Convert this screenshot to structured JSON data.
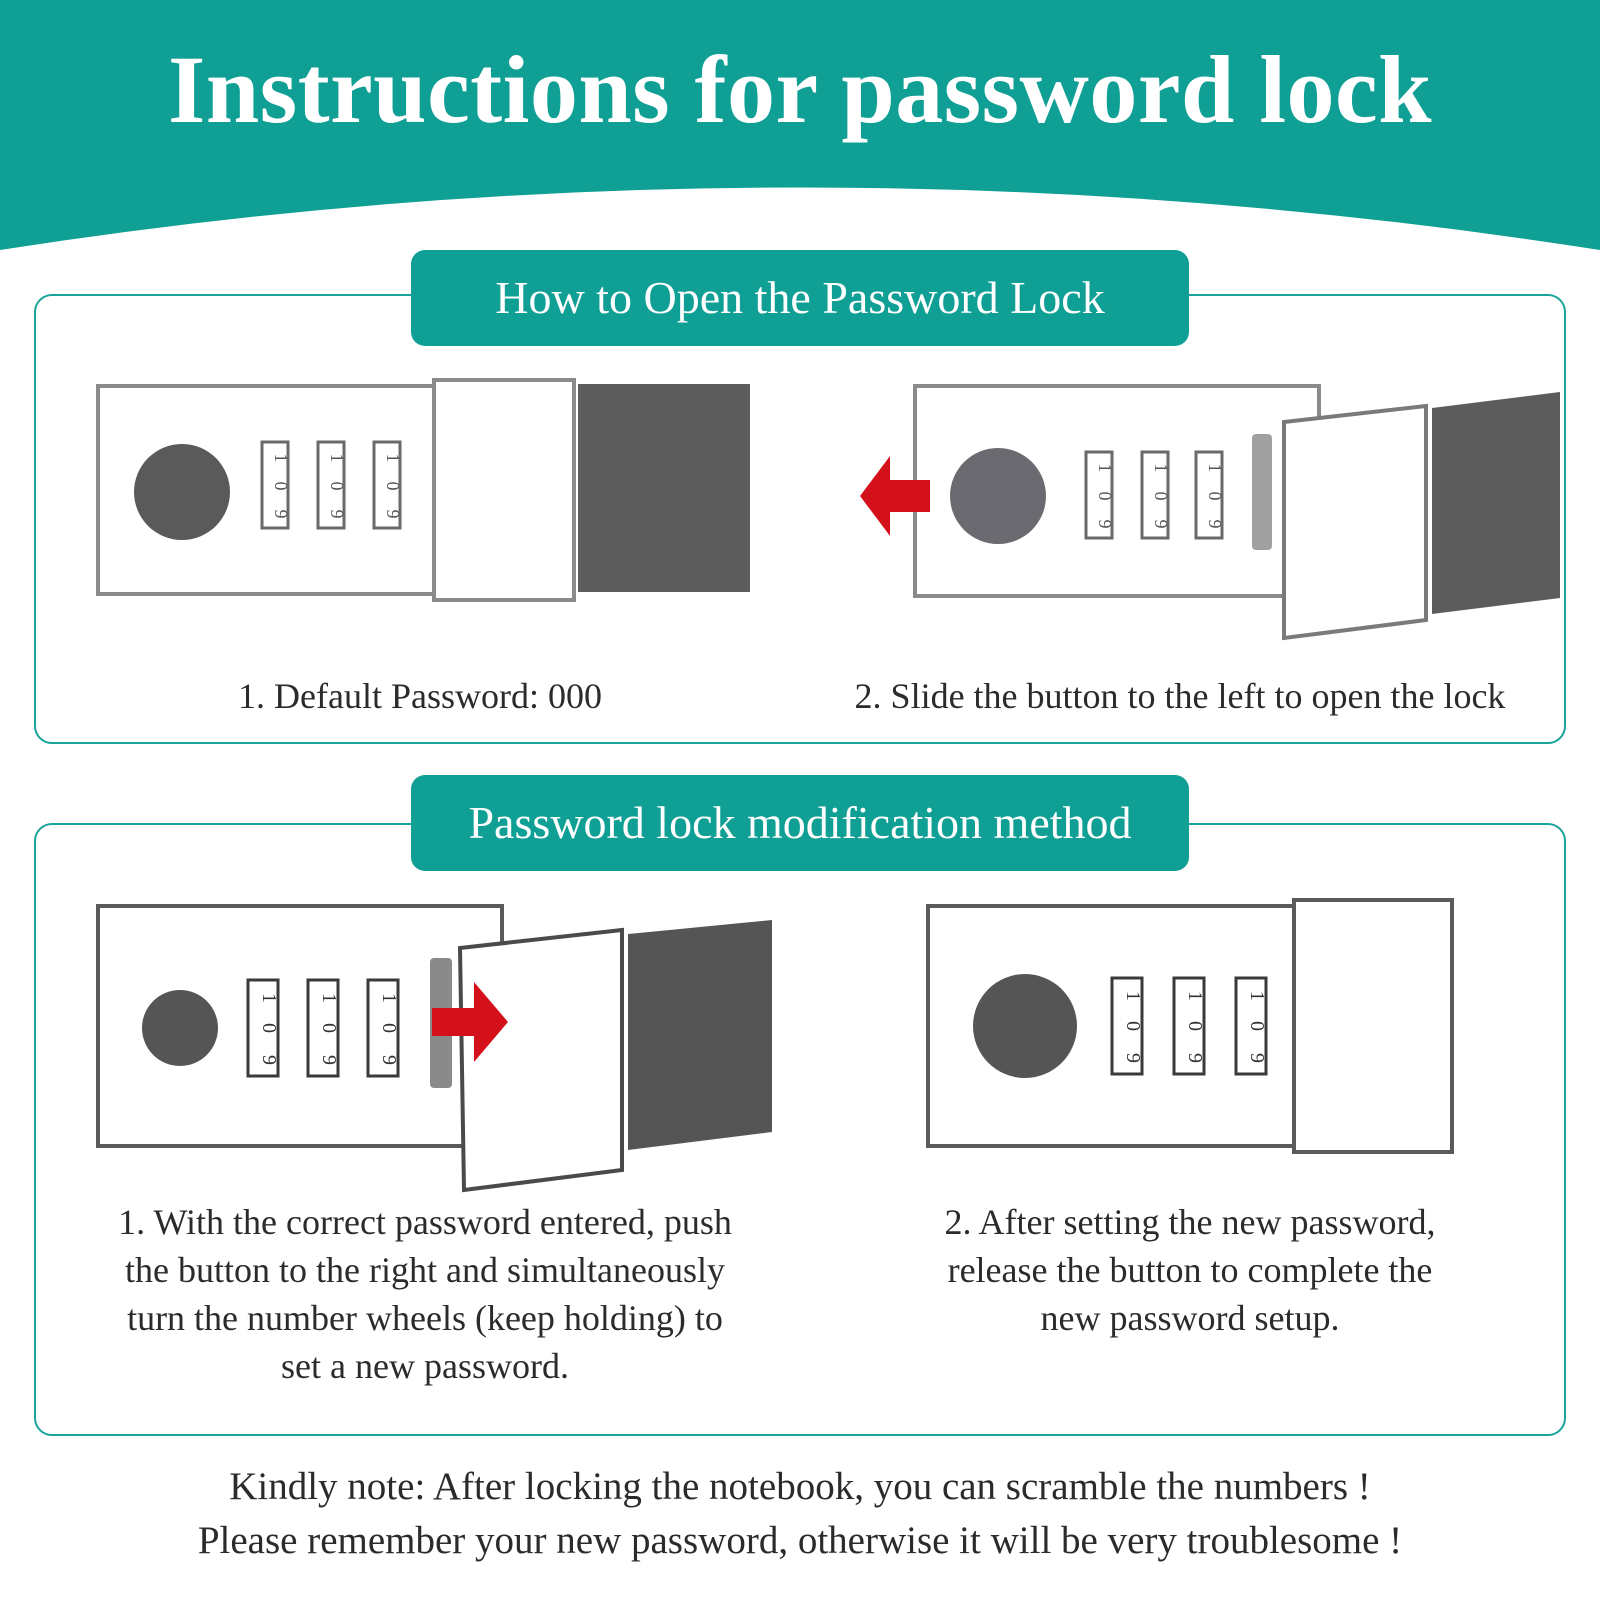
{
  "title": "Instructions for password lock",
  "colors": {
    "teal": "#0f9f95",
    "panel_border": "#1aa39a",
    "arrow": "#d4101a",
    "lock_dark": "#5a5a5a"
  },
  "open_section": {
    "heading": "How to Open the Password Lock",
    "steps": [
      {
        "caption": "1. Default Password: 000"
      },
      {
        "caption": "2. Slide the button to the left to open the lock"
      }
    ]
  },
  "modify_section": {
    "heading": "Password lock modification method",
    "steps": [
      {
        "caption_lines": [
          "1. With the correct password entered, push",
          "the button to the right and simultaneously",
          "turn the number wheels (keep holding) to",
          "set a new password."
        ]
      },
      {
        "caption_lines": [
          "2. After setting the new password,",
          "release the button to complete the",
          "new password setup."
        ]
      }
    ]
  },
  "wheel_digits": [
    "1",
    "0",
    "9"
  ],
  "note_lines": [
    "Kindly note: After locking the notebook, you can scramble the numbers !",
    "Please remember your new password, otherwise it will be very troublesome !"
  ]
}
